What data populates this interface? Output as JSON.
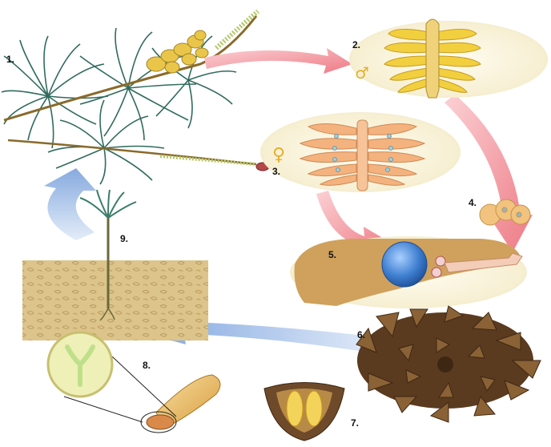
{
  "labels": {
    "step1": "1.",
    "step2": "2.",
    "step3": "3.",
    "step4": "4.",
    "step5": "5.",
    "step6": "6.",
    "step7": "7.",
    "step8": "8.",
    "step9": "9."
  },
  "symbols": {
    "male": "♂",
    "female": "♀"
  },
  "colors": {
    "needle_green": "#2f6b5c",
    "branch_brown": "#8a6a2a",
    "pollen_yellow": "#e9c64a",
    "cone_scale_orange": "#f2b27a",
    "arrow_pink": "#f08a92",
    "arrow_blue": "#8fb3e0",
    "soil_tan": "#d9bf85",
    "egg_blue": "#3f7fd0",
    "seed_cone_brown": "#6e4a2a"
  }
}
